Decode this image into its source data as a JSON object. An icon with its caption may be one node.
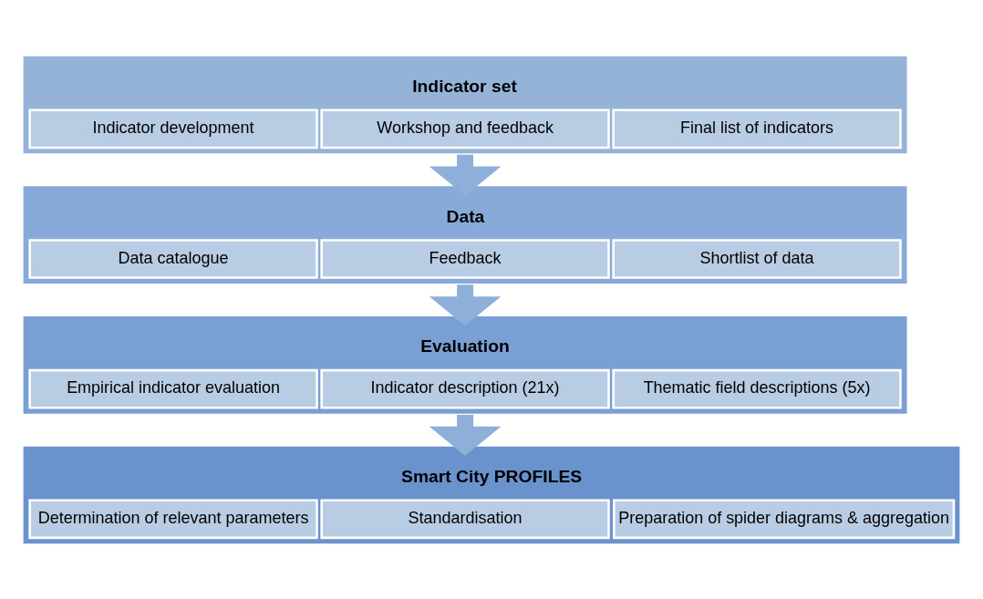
{
  "diagram": {
    "nodes": [
      {
        "text": [
          "Indicator set"
        ]
      },
      {
        "text": [
          "Indicator development"
        ],
        "in": 0
      },
      {
        "text": [
          "Workshop and feedback"
        ],
        "in": 0
      },
      {
        "text": [
          "Final list of indicators"
        ],
        "in": 0
      },
      {
        "text": [
          "Data"
        ]
      },
      {
        "text": [
          "Data catalogue"
        ],
        "in": 4
      },
      {
        "text": [
          "Feedback"
        ],
        "in": 4
      },
      {
        "text": [
          "Shortlist of data"
        ],
        "in": 4
      },
      {
        "text": [
          "Evaluation"
        ]
      },
      {
        "text": [
          "Empirical indicator evaluation"
        ],
        "in": 8
      },
      {
        "text": [
          "Indicator description (21x)"
        ],
        "in": 8
      },
      {
        "text": [
          "Thematic field descriptions (5x)"
        ],
        "in": 8
      },
      {
        "text": [
          "Smart City PROFILES"
        ]
      },
      {
        "text": [
          "Determination of relevant parameters"
        ],
        "in": 12
      },
      {
        "text": [
          "Standardisation"
        ],
        "in": 12
      },
      {
        "text": [
          "Preparation of spider diagrams & aggregation"
        ],
        "in": 12
      }
    ],
    "edges": [
      {
        "from": 0,
        "to": 4,
        "arrow": "to"
      },
      {
        "from": 4,
        "to": 8,
        "arrow": "to"
      },
      {
        "from": 8,
        "to": 12,
        "arrow": "to"
      }
    ]
  }
}
